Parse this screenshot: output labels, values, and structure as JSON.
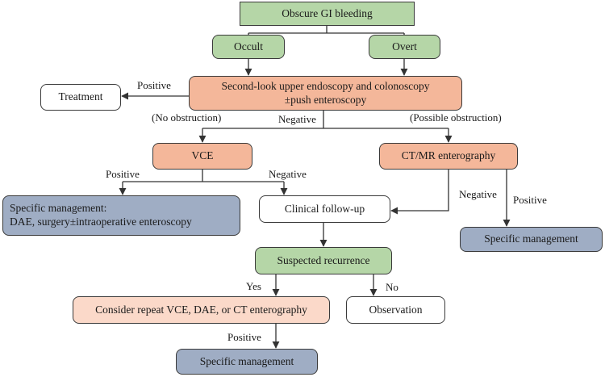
{
  "nodes": {
    "obscure_gi": "Obscure GI bleeding",
    "occult": "Occult",
    "overt": "Overt",
    "second_look_line1": "Second-look upper endoscopy and colonoscopy",
    "second_look_line2": "±push enteroscopy",
    "treatment": "Treatment",
    "vce": "VCE",
    "ct_mr": "CT/MR enterography",
    "specific_mgmt_left_line1": "Specific management:",
    "specific_mgmt_left_line2": "DAE, surgery±intraoperative enteroscopy",
    "clinical_followup": "Clinical follow-up",
    "specific_mgmt_right": "Specific management",
    "suspected_recurrence": "Suspected recurrence",
    "consider_repeat": "Consider repeat VCE, DAE, or CT enterography",
    "observation": "Observation",
    "specific_mgmt_bottom": "Specific management"
  },
  "edge_labels": {
    "positive_treatment": "Positive",
    "no_obstruction": "(No obstruction)",
    "negative_second_look": "Negative",
    "possible_obstruction": "(Possible obstruction)",
    "positive_vce": "Positive",
    "negative_vce": "Negative",
    "negative_ct": "Negative",
    "positive_ct": "Positive",
    "yes": "Yes",
    "no": "No",
    "positive_bottom": "Positive"
  },
  "colors": {
    "green": "#b5d6a7",
    "salmon": "#f4b79a",
    "peach": "#fbd9c9",
    "slate": "#9fadc4",
    "line": "#333333"
  }
}
